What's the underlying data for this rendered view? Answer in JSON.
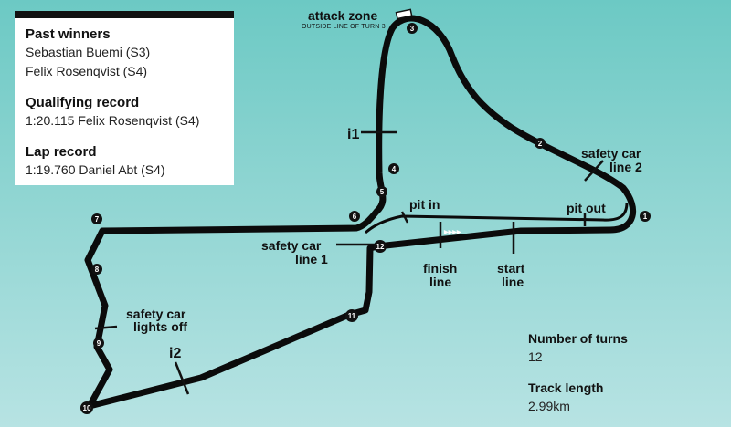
{
  "info": {
    "past_winners_title": "Past winners",
    "past_winners": [
      "Sebastian Buemi (S3)",
      "Felix Rosenqvist (S4)"
    ],
    "qualifying_title": "Qualifying record",
    "qualifying_value": "1:20.115 Felix Rosenqvist (S4)",
    "lap_title": "Lap record",
    "lap_value": "1:19.760 Daniel Abt (S4)"
  },
  "labels": {
    "attack_zone": "attack zone",
    "attack_zone_sub": "OUTSIDE LINE OF TURN 3",
    "i1": "i1",
    "i2": "i2",
    "pit_in": "pit in",
    "pit_out": "pit out",
    "sc_line_2_a": "safety car",
    "sc_line_2_b": "line 2",
    "sc_line_1_a": "safety car",
    "sc_line_1_b": "line 1",
    "sc_lights_a": "safety car",
    "sc_lights_b": "lights off",
    "finish_a": "finish",
    "finish_b": "line",
    "start_a": "start",
    "start_b": "line"
  },
  "turns": [
    "1",
    "2",
    "3",
    "4",
    "5",
    "6",
    "7",
    "8",
    "9",
    "10",
    "11",
    "12"
  ],
  "stats": {
    "turns_title": "Number of turns",
    "turns_value": "12",
    "length_title": "Track length",
    "length_value": "2.99km"
  }
}
